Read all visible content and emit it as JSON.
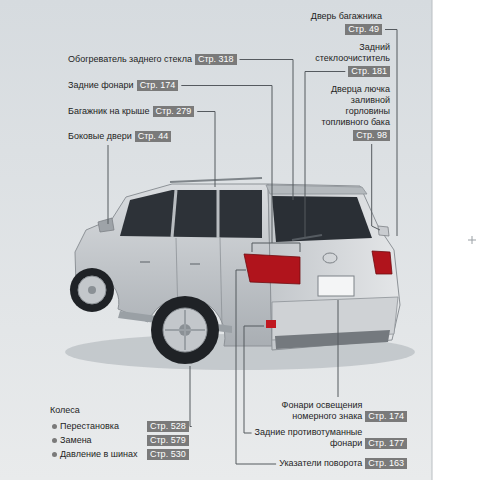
{
  "diagram": {
    "nodes": [
      {
        "text": [
          "Дверь багажника",
          "Стр. 49"
        ]
      },
      {
        "text": [
          "Обогреватель заднего стекла",
          "Стр. 318"
        ]
      },
      {
        "text": [
          "Задний стеклоочиститель",
          "Стр. 181"
        ]
      },
      {
        "text": [
          "Дверца лючка заливной горловины топливного бака",
          "Стр. 98"
        ]
      },
      {
        "text": [
          "Задние фонари",
          "Стр. 174"
        ]
      },
      {
        "text": [
          "Багажник на крыше",
          "Стр. 279"
        ]
      },
      {
        "text": [
          "Боковые двери",
          "Стр. 44"
        ]
      },
      {
        "text": [
          "Перестановка",
          "Стр. 528"
        ]
      },
      {
        "text": [
          "Замена",
          "Стр. 579"
        ]
      },
      {
        "text": [
          "Давление в шинах",
          "Стр. 530"
        ]
      },
      {
        "text": [
          "Фонари освещения номерного знака",
          "Стр. 174"
        ]
      },
      {
        "text": [
          "Задние противотуманные фонари",
          "Стр. 177"
        ]
      },
      {
        "text": [
          "Указатели поворота",
          "Стр. 163"
        ]
      }
    ],
    "labels": [
      "Колеса"
    ]
  }
}
